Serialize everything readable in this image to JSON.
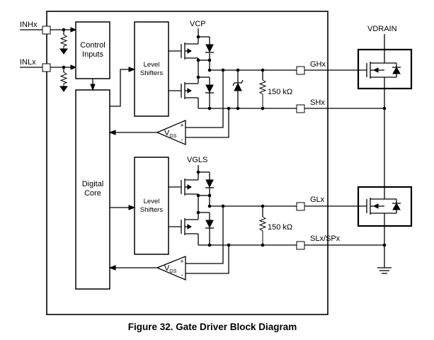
{
  "pins": {
    "inhx": "INHx",
    "inlx": "INLx",
    "ghx": "GHx",
    "shx": "SHx",
    "glx": "GLx",
    "slx": "SLx/SPx"
  },
  "supplies": {
    "vcp": "VCP",
    "vgls": "VGLS",
    "vdrain": "VDRAIN"
  },
  "blocks": {
    "control_inputs_line1": "Control",
    "control_inputs_line2": "Inputs",
    "digital_core_line1": "Digital",
    "digital_core_line2": "Core",
    "level_shifter_line1": "Level",
    "level_shifter_line2": "Shifters"
  },
  "comparators": {
    "label_main": "V",
    "label_sub": "GS",
    "plus": "+",
    "minus": "-"
  },
  "resistors": {
    "high_side": "150 kΩ",
    "low_side": "150 kΩ"
  },
  "caption": "Figure 32.  Gate Driver Block Diagram"
}
